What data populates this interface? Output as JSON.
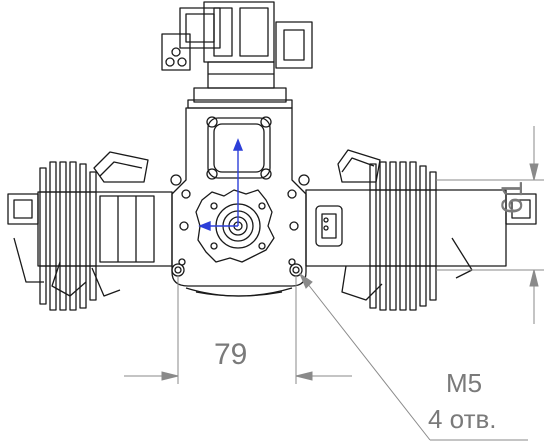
{
  "drawing": {
    "dimensions": {
      "width_label": "79",
      "height_label": "61"
    },
    "callout": {
      "thread": "M5",
      "holes": "4 отв."
    },
    "colors": {
      "line": "#1a1a1a",
      "dimension": "#8a8a8a",
      "axis": "#2d3fd8",
      "background": "#ffffff"
    }
  }
}
